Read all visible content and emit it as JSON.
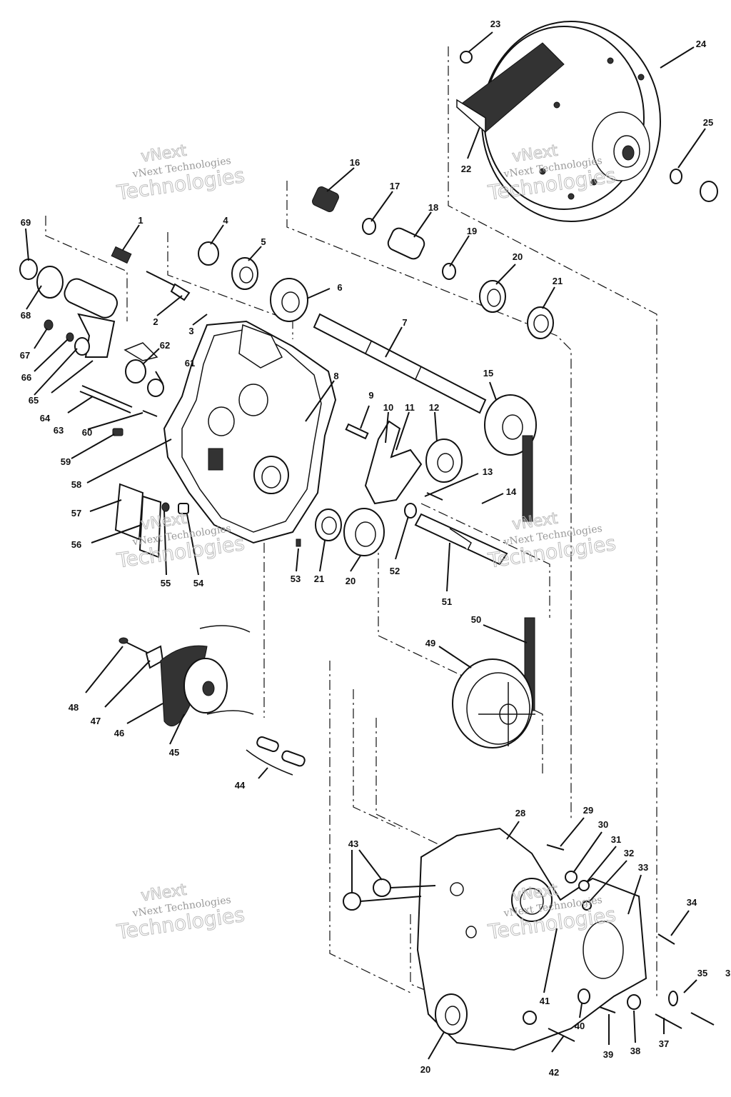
{
  "watermark": {
    "brand": "vNext",
    "line": "vNext Technologies",
    "outline": "Technologies"
  },
  "callouts": [
    "1",
    "2",
    "3",
    "4",
    "5",
    "6",
    "7",
    "8",
    "9",
    "10",
    "11",
    "12",
    "13",
    "14",
    "15",
    "16",
    "17",
    "18",
    "19",
    "20",
    "21",
    "22",
    "23",
    "24",
    "25",
    "28",
    "29",
    "30",
    "31",
    "32",
    "33",
    "34",
    "35",
    "37",
    "38",
    "39",
    "40",
    "41",
    "42",
    "43",
    "44",
    "45",
    "46",
    "47",
    "48",
    "49",
    "50",
    "51",
    "52",
    "53",
    "54",
    "55",
    "56",
    "57",
    "58",
    "59",
    "60",
    "61",
    "62",
    "63",
    "64",
    "65",
    "66",
    "67",
    "68",
    "69"
  ],
  "callouts_extra": {
    "20b": "20",
    "20c": "20",
    "21b": "21",
    "36_partial": "3"
  }
}
